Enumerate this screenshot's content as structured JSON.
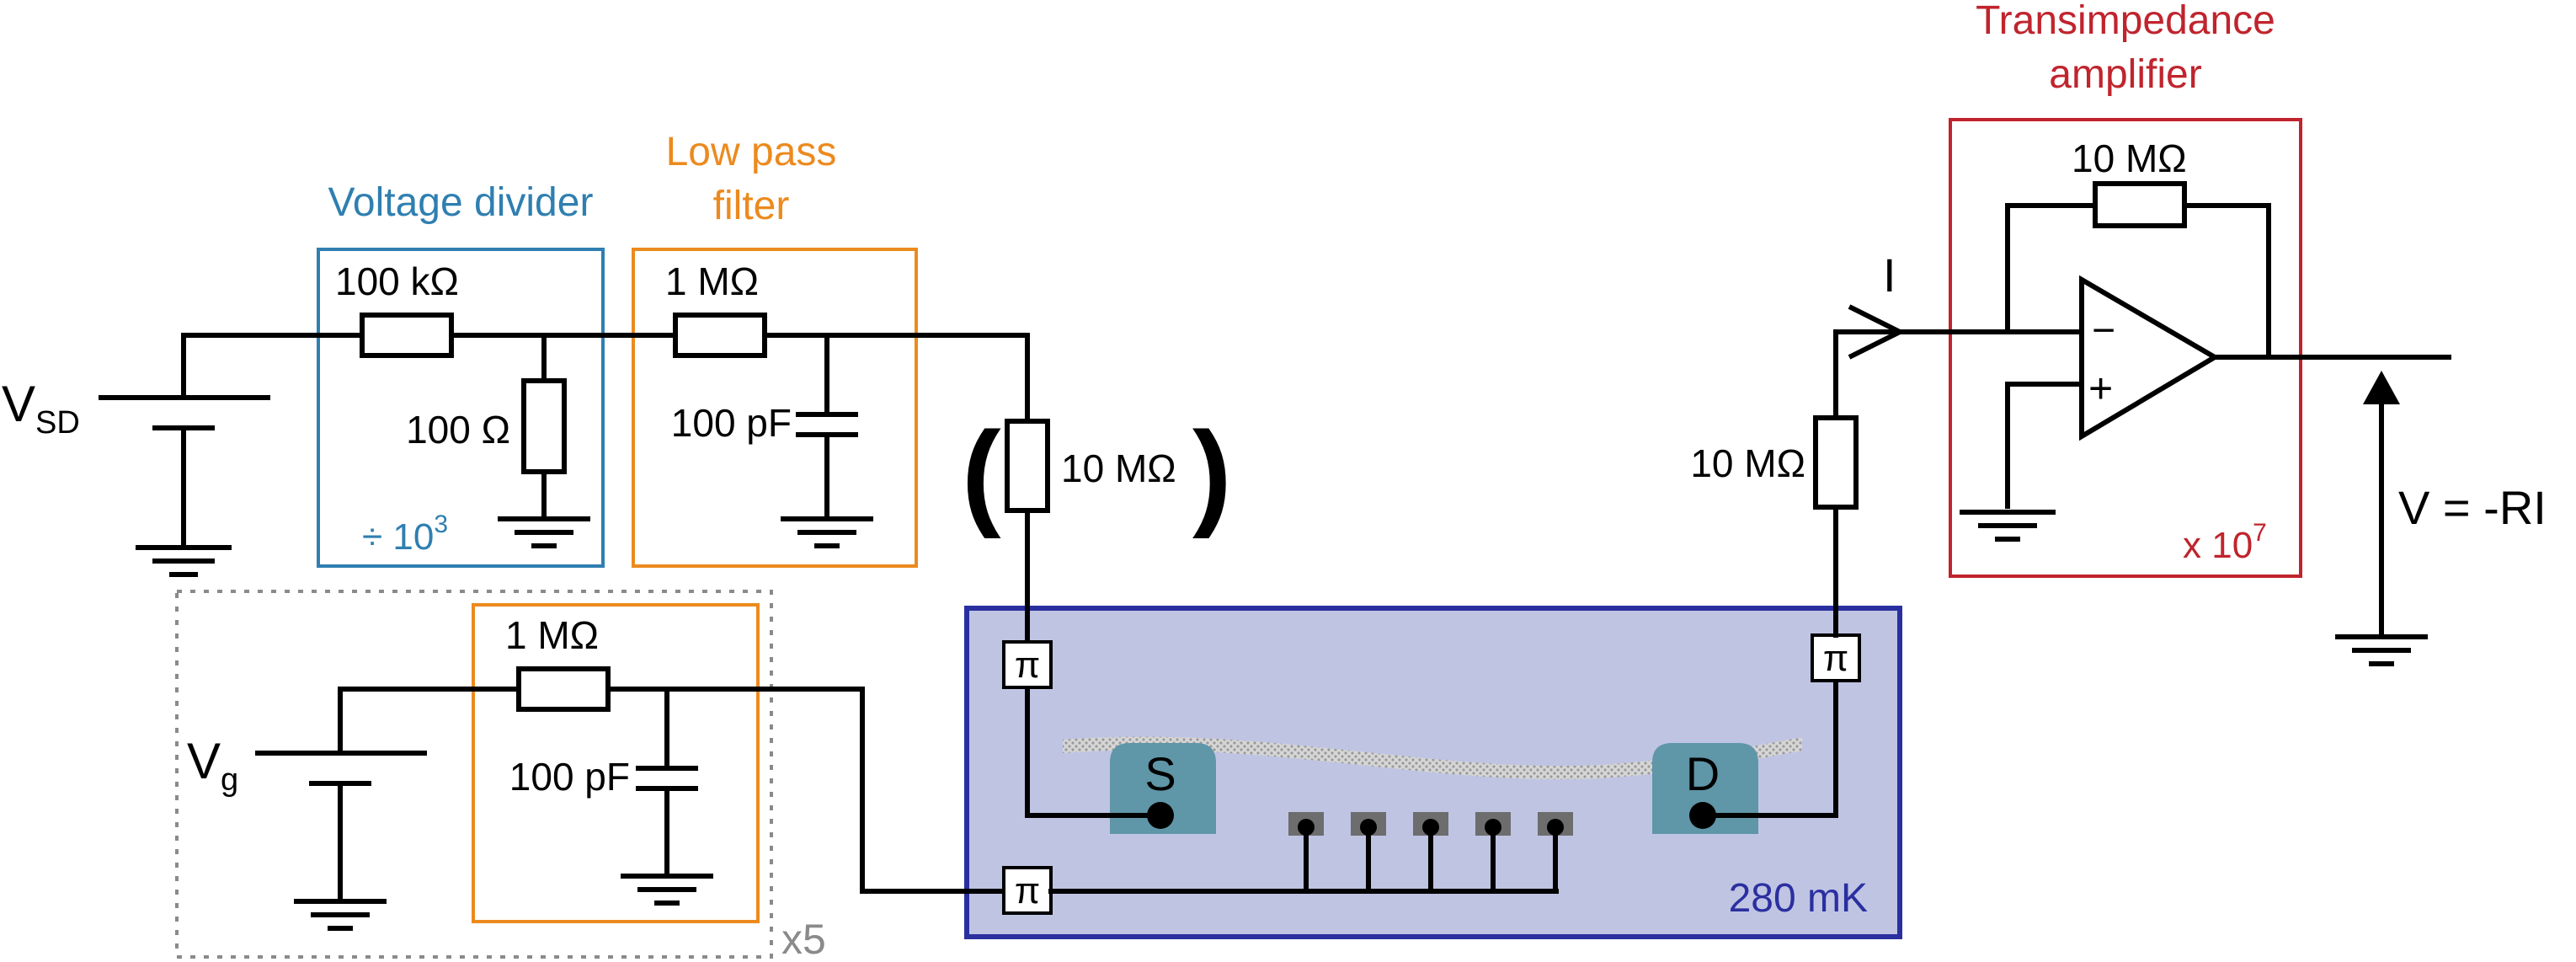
{
  "colors": {
    "divider": "#2f7fb0",
    "filter": "#ec8a1e",
    "amplifier": "#c0242d",
    "cryostat_fill": "#bfc4e3",
    "cryostat_border": "#2a2fa0",
    "repeat_box": "#8a8a8a",
    "contact": "#5f96a8"
  },
  "blocks": {
    "divider": {
      "title": "Voltage divider",
      "ratio": "÷ 10",
      "ratio_exp": "3"
    },
    "filter": {
      "title_line1": "Low pass",
      "title_line2": "filter"
    },
    "amplifier": {
      "title_line1": "Transimpedance",
      "title_line2": "amplifier",
      "gain": "x 10",
      "gain_exp": "7"
    },
    "cryostat": {
      "temperature": "280 mK"
    },
    "gate_repeat": {
      "multiplier": "x5"
    }
  },
  "components": {
    "vsd": {
      "name": "V",
      "sub": "SD"
    },
    "vg": {
      "name": "V",
      "sub": "g"
    },
    "r_div_series": "100 kΩ",
    "r_div_shunt": "100 Ω",
    "r_filter": "1 MΩ",
    "c_filter": "100 pF",
    "r_source": "10 MΩ",
    "r_gate_filter": "1 MΩ",
    "c_gate_filter": "100 pF",
    "r_drain": "10 MΩ",
    "r_feedback": "10 MΩ",
    "paren_open": "(",
    "paren_close": ")",
    "opamp_minus": "−",
    "opamp_plus": "+",
    "pi_filter": "π",
    "source_contact": "S",
    "drain_contact": "D",
    "current": "I",
    "output_voltage": "V = -RI"
  },
  "icons": {
    "ground": "ground-symbol",
    "pi_filter": "pi-filter-box",
    "opamp": "op-amp-triangle"
  }
}
